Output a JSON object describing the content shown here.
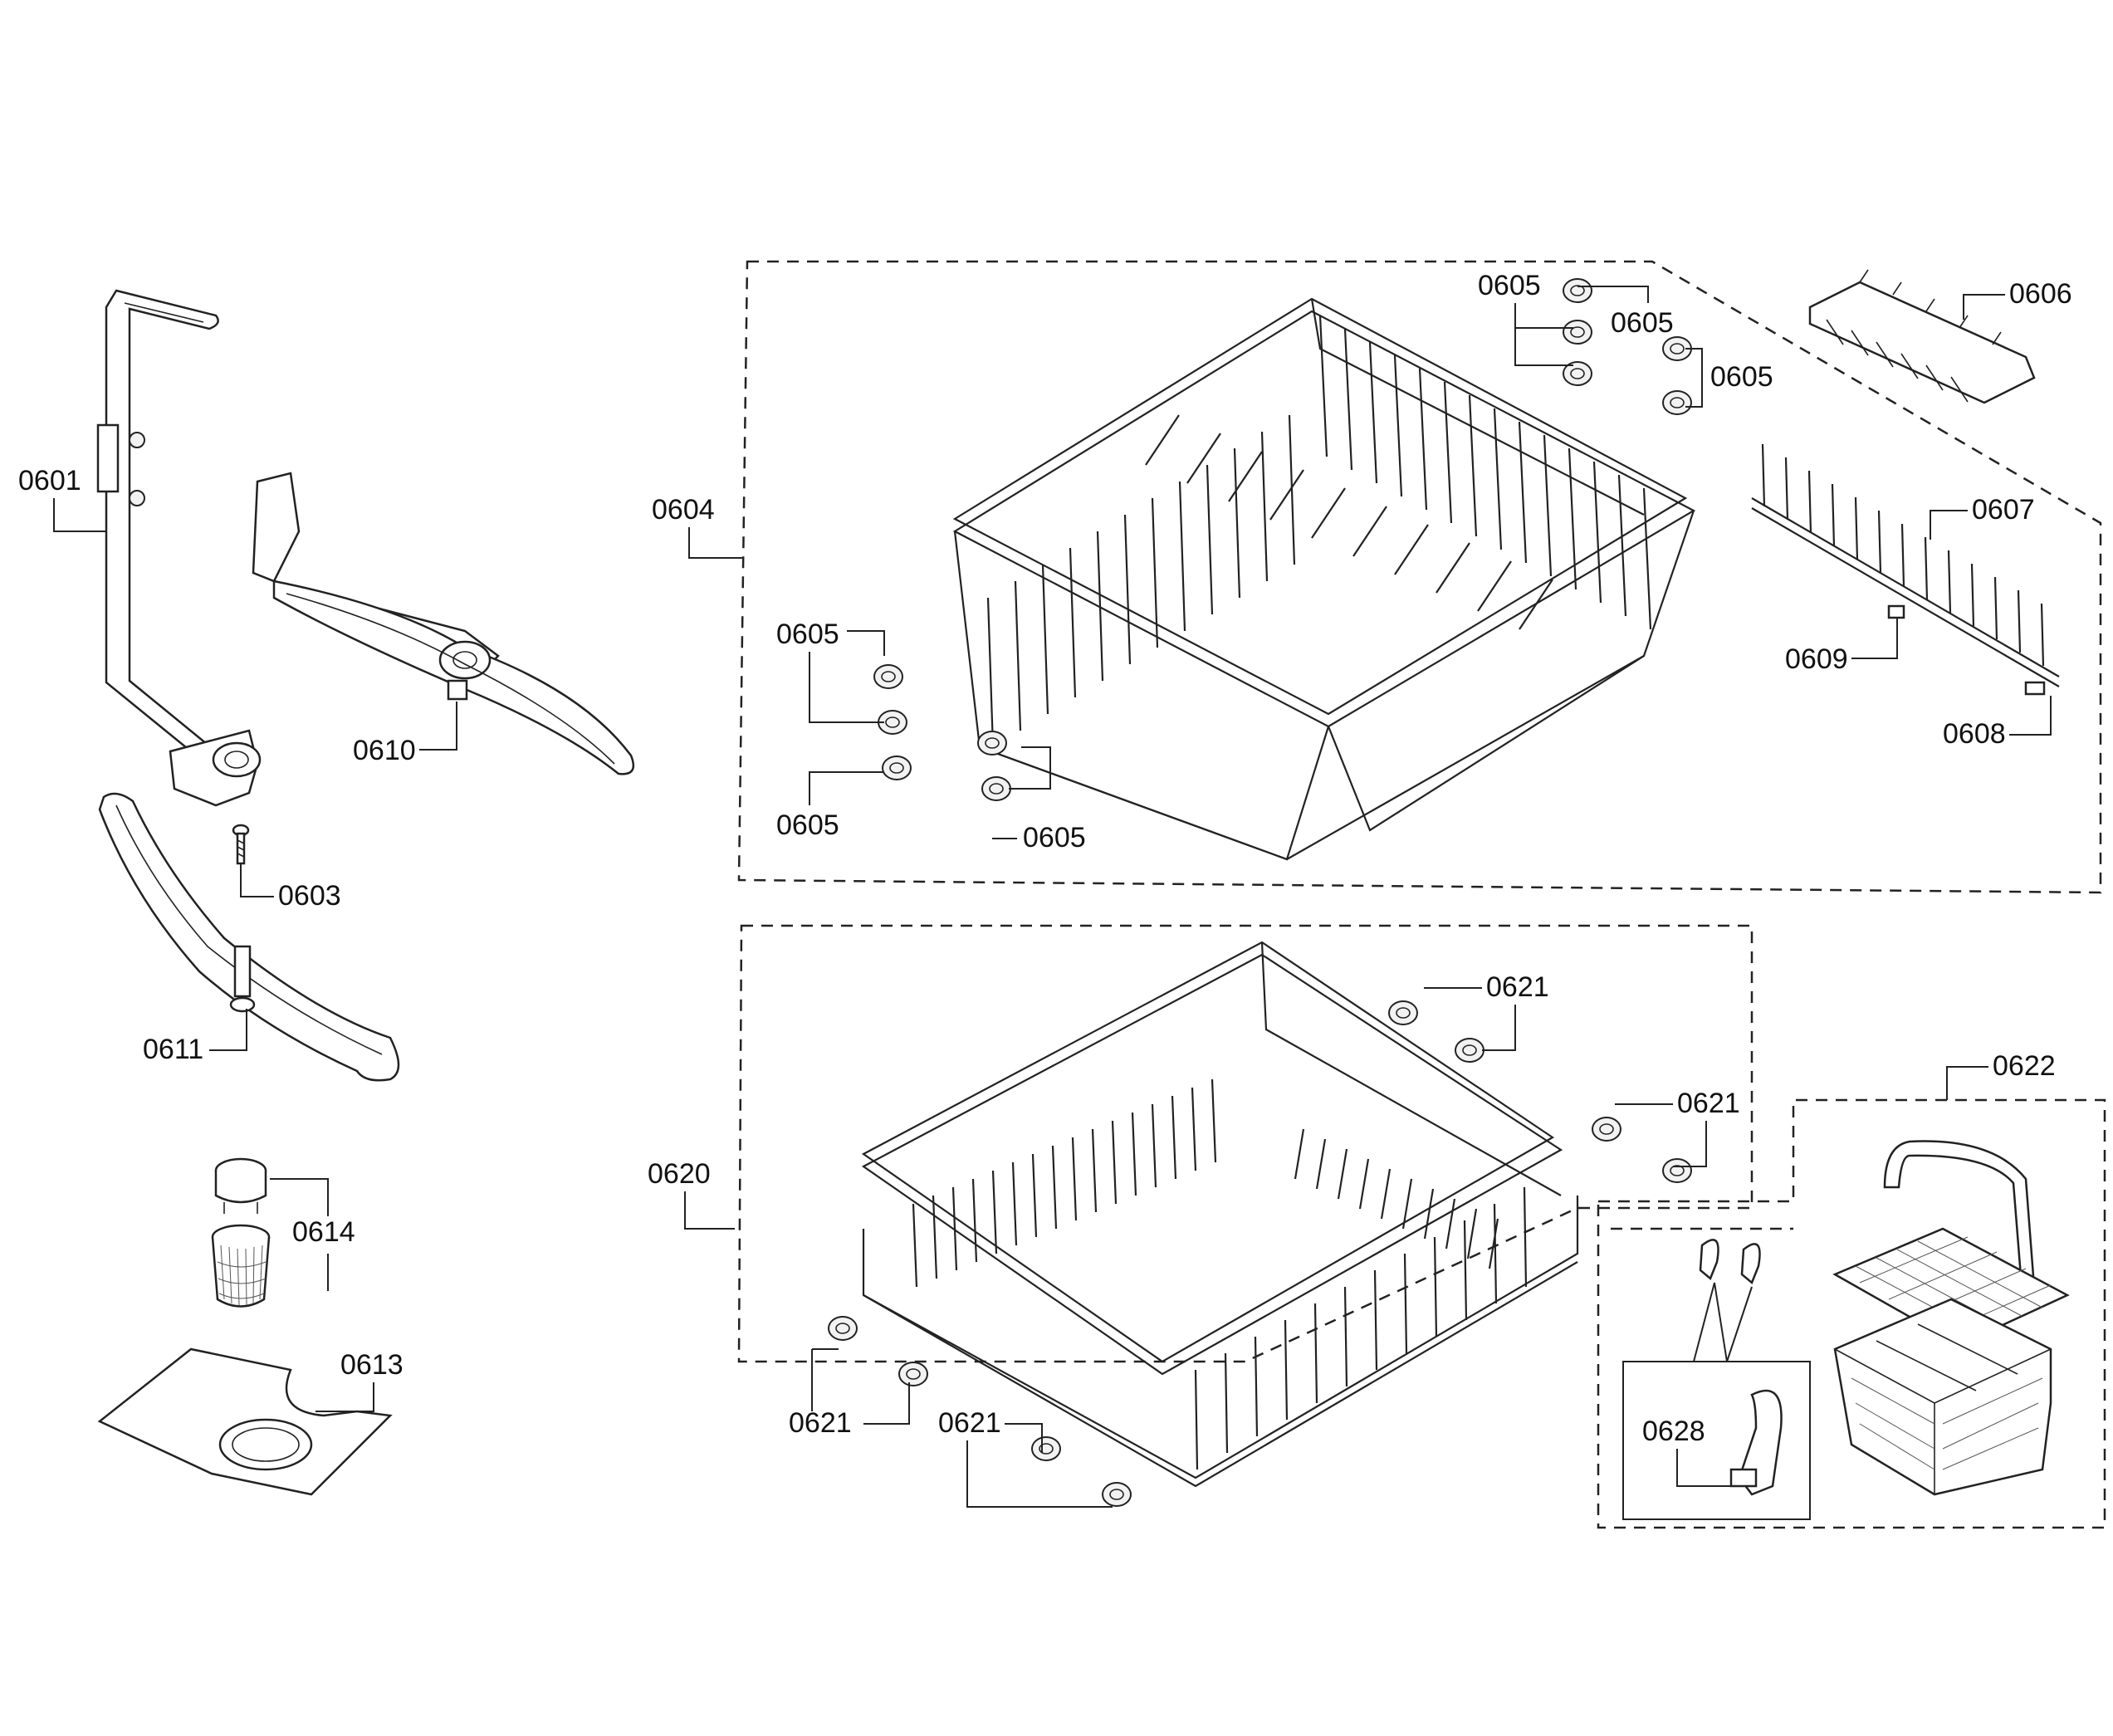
{
  "labels": {
    "l0601": "0601",
    "l0603": "0603",
    "l0604": "0604",
    "l0605a": "0605",
    "l0605b": "0605",
    "l0605c": "0605",
    "l0605d": "0605",
    "l0605e": "0605",
    "l0605f": "0605",
    "l0606": "0606",
    "l0607": "0607",
    "l0608": "0608",
    "l0609": "0609",
    "l0610": "0610",
    "l0611": "0611",
    "l0613": "0613",
    "l0614": "0614",
    "l0620": "0620",
    "l0621a": "0621",
    "l0621b": "0621",
    "l0621c": "0621",
    "l0621d": "0621",
    "l0622": "0622",
    "l0628": "0628"
  }
}
